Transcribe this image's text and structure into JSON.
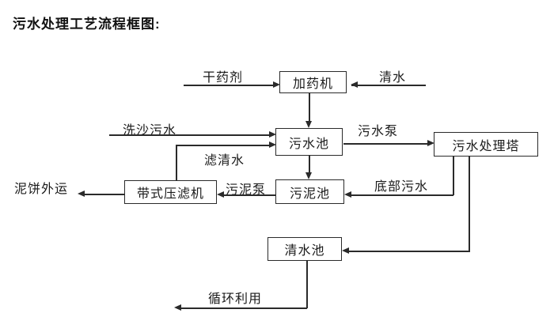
{
  "title": "污水处理工艺流程框图:",
  "diagram": {
    "line_color": "#2a2a2a",
    "nodes": {
      "dosing_machine": "加药机",
      "sewage_pool": "污水池",
      "treatment_tower": "污水处理塔",
      "sludge_pool": "污泥池",
      "belt_filter_press": "带式压滤机",
      "clean_water_pool": "清水池"
    },
    "labels": {
      "dry_agent": "干药剂",
      "clean_water": "清水",
      "sand_washing_sewage": "洗沙污水",
      "filtered_water": "滤清水",
      "sewage_pump": "污水泵",
      "sludge_pump": "污泥泵",
      "bottom_sewage": "底部污水",
      "mud_cake_out": "泥饼外运",
      "recycle": "循环利用"
    }
  }
}
